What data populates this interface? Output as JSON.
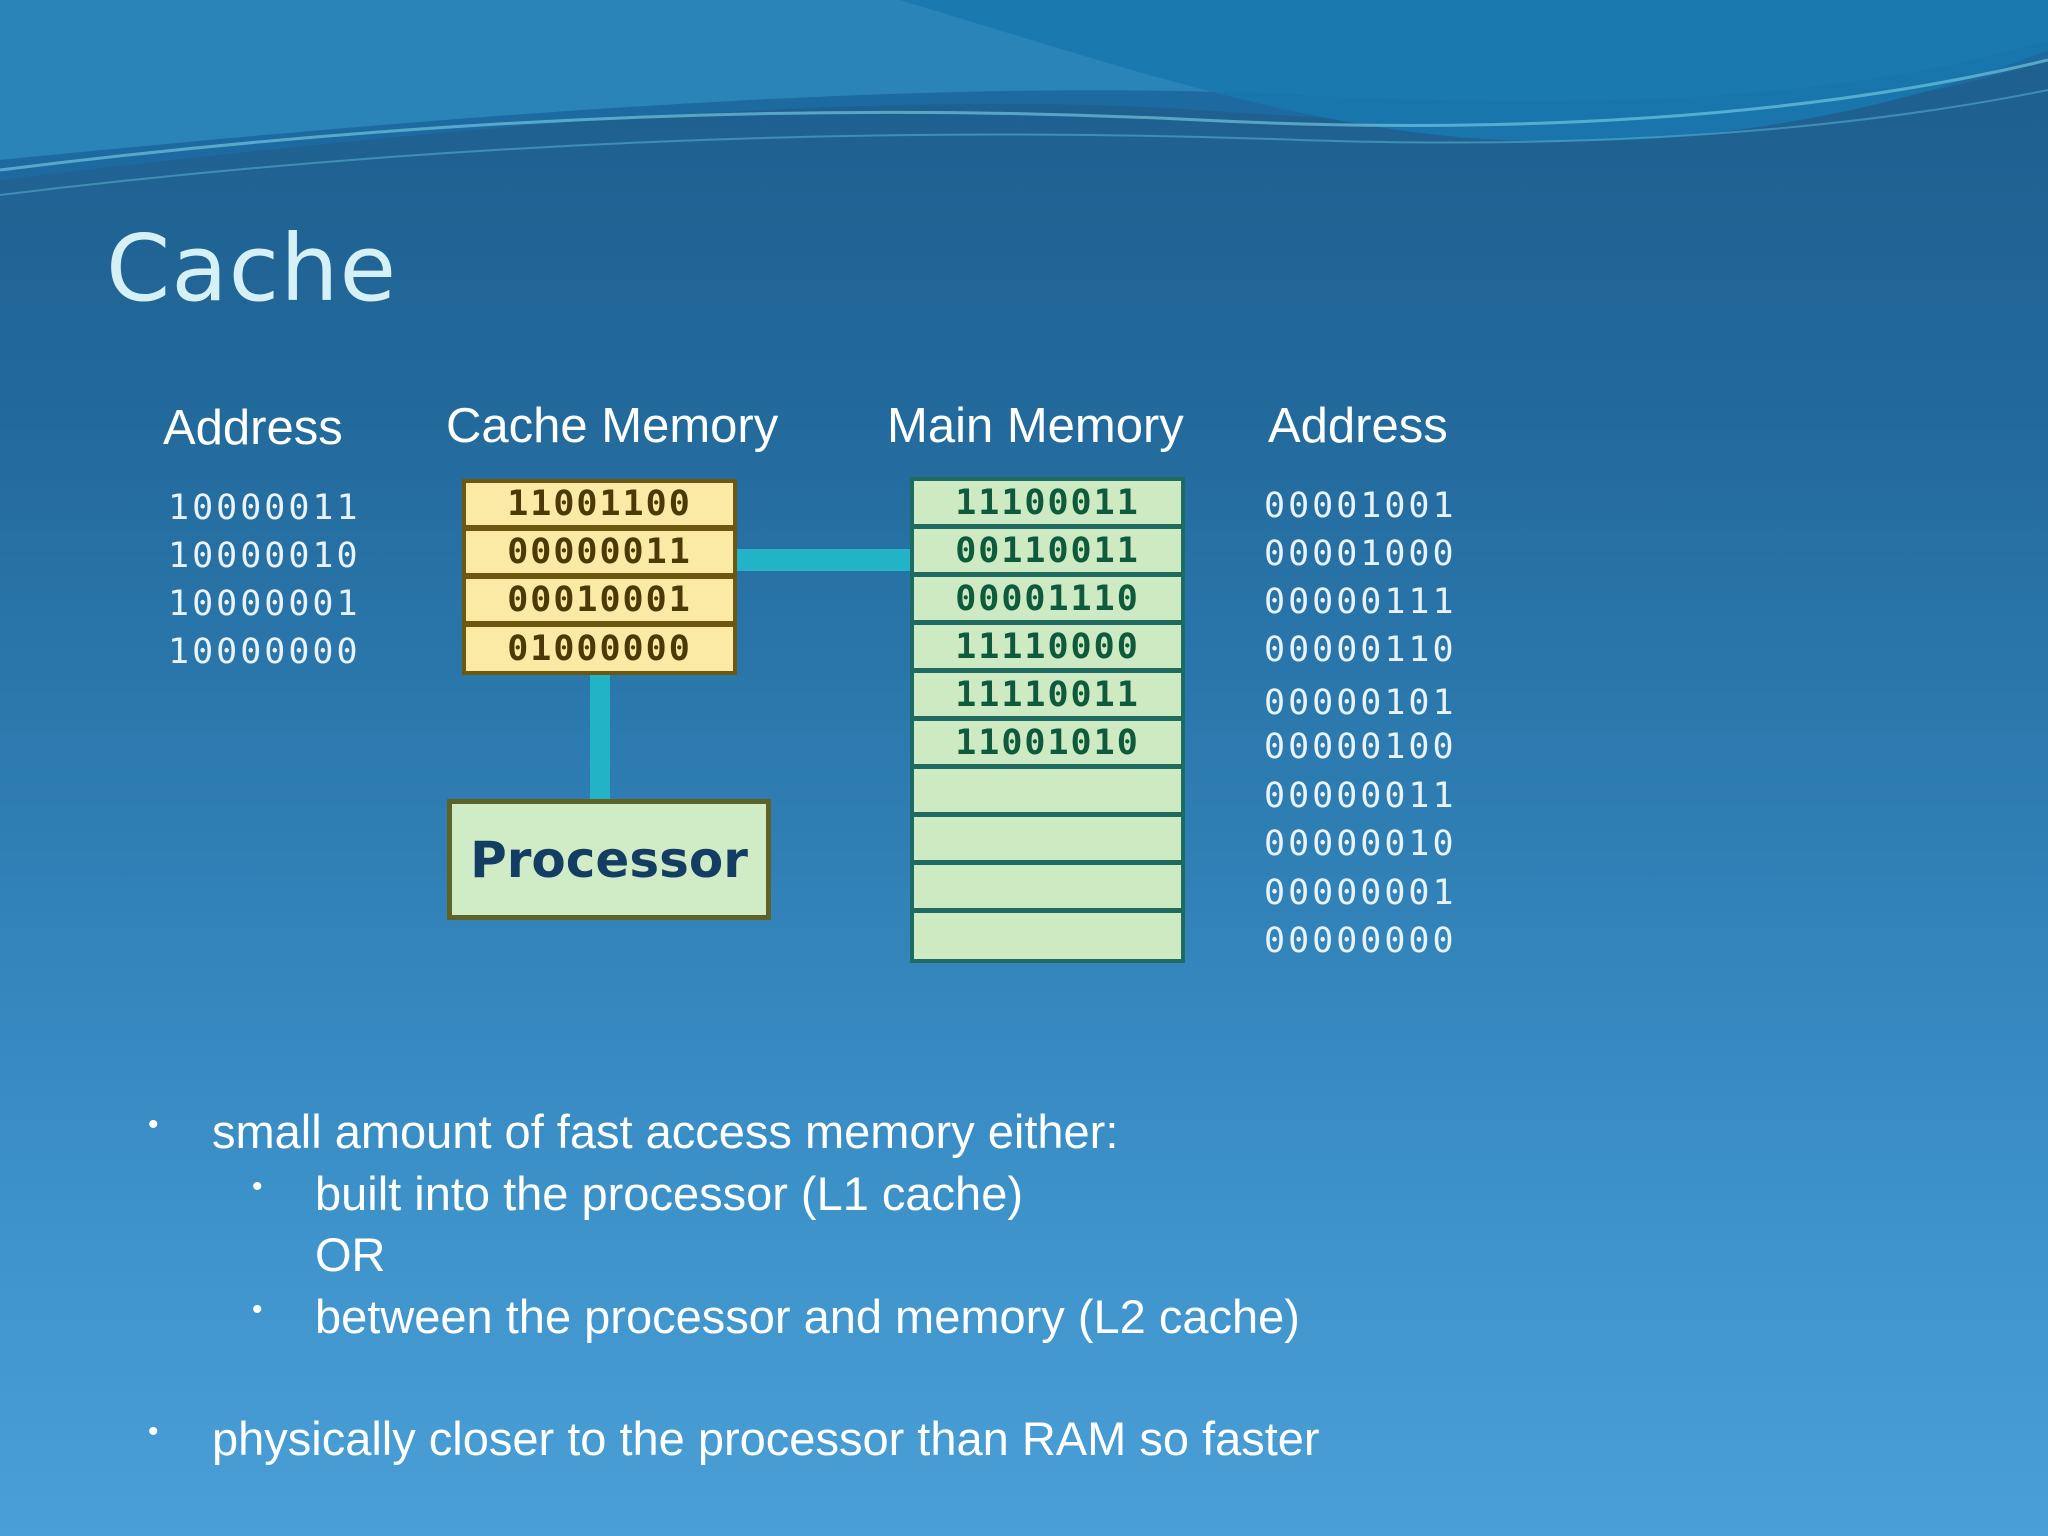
{
  "slide": {
    "title": "Cache",
    "headers": {
      "cache_address": "Address",
      "cache_memory": "Cache Memory",
      "main_memory": "Main Memory",
      "main_address": "Address"
    },
    "cache_addresses": [
      "10000011",
      "10000010",
      "10000001",
      "10000000"
    ],
    "cache_cells": [
      "11001100",
      "00000011",
      "00010001",
      "01000000"
    ],
    "main_cells": [
      "11100011",
      "00110011",
      "00001110",
      "11110000",
      "11110011",
      "11001010",
      "",
      "",
      "",
      ""
    ],
    "main_addresses": [
      "00001001",
      "00001000",
      "00000111",
      "00000110",
      "00000101",
      "00000100",
      "00000011",
      "00000010",
      "00000001",
      "00000000"
    ],
    "processor_label": "Processor",
    "bullets": {
      "b1": "small amount of fast access memory either:",
      "b1_sub1": "built into the processor (L1 cache)",
      "b1_or": "OR",
      "b1_sub2": "between the processor and memory (L2 cache)",
      "b2": "physically closer to the processor than RAM so faster",
      "bullet_glyph": "•"
    }
  },
  "colors": {
    "background_top": "#1d5e8d",
    "background_bottom": "#4a9fd6",
    "title": "#d6f1f6",
    "cache_fill": "#fbeaa6",
    "cache_border": "#6e5710",
    "main_fill": "#cdeac3",
    "main_border": "#1f6b62",
    "connector": "#23b3c7",
    "processor_fill": "#d0ecc6",
    "processor_text": "#133d62"
  }
}
